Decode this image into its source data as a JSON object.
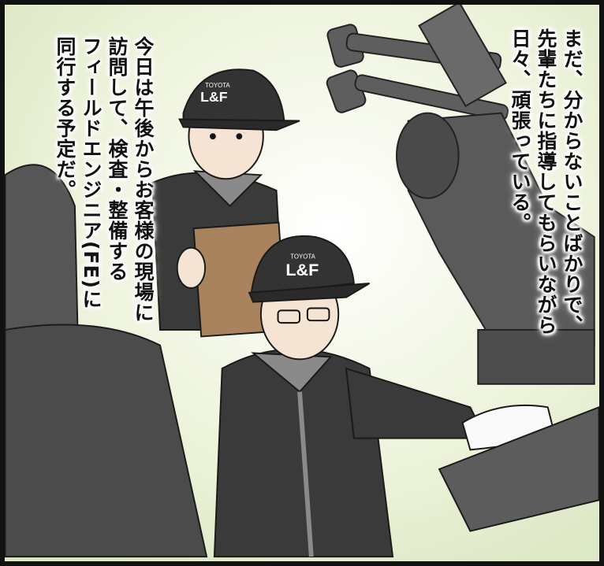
{
  "caption_right": {
    "lines": [
      "まだ、分からないことばかりで、",
      "先輩たちに指導してもらいながら",
      "日々、頑張っている。"
    ]
  },
  "caption_left": {
    "lines": [
      "今日は午後からお客様の現場に",
      "訪問して、検査・整備する",
      "フィールドエンジニア(FE)に",
      "同行する予定だ。"
    ]
  },
  "cap_logo": {
    "brand_top": "TOYOTA",
    "brand_main": "L&F"
  },
  "colors": {
    "background_glow": "#e6efd4",
    "uniform_dark": "#3a3a3a",
    "uniform_gray": "#8a8a8a",
    "clipboard": "#a9825e",
    "skin": "#f5e3d3",
    "machine": "#5a5a5a"
  }
}
